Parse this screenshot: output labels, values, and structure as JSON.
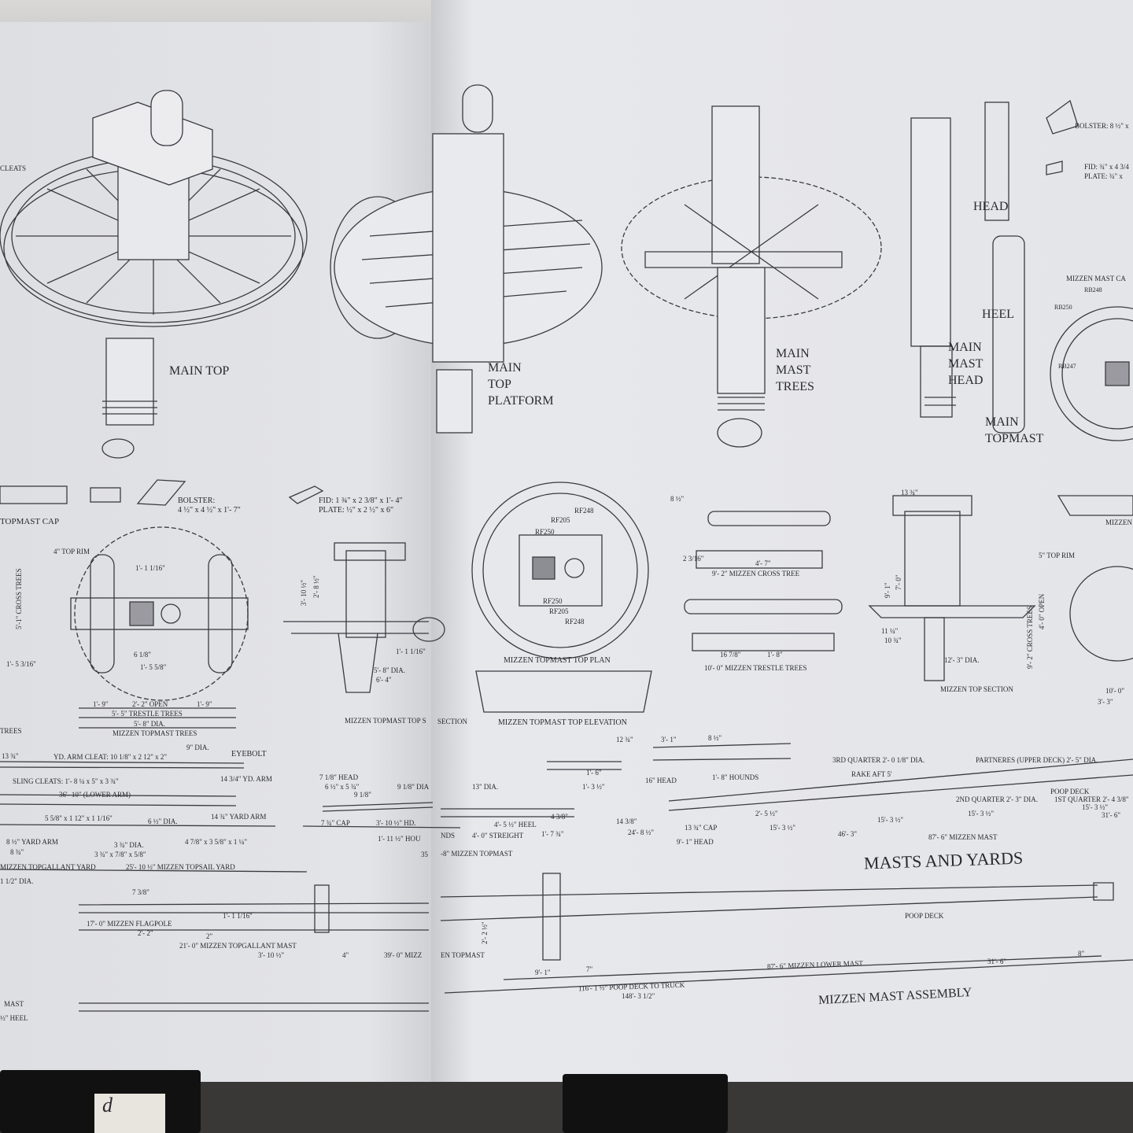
{
  "left_page": {
    "labels": {
      "main_top": "MAIN TOP",
      "cleats": "CLEATS",
      "topmast_cap": "TOPMAST CAP",
      "bolster_title": "BOLSTER:",
      "bolster_dims": "4 ½\" x 4 ½\" x 1'- 7\"",
      "fid": "FID: 1 ¾\" x 2 3/8\" x 1'- 4\"",
      "plate": "PLATE: ½\" x 2 ½\" x 6\"",
      "top_rim": "4\" TOP RIM",
      "cross_trees": "5'-1\" CROSS TREES",
      "dim_1_1_1_16": "1'- 1 1/16\"",
      "dim_1_5_3_16": "1'- 5 3/16\"",
      "dim_6_1_8": "6 1/8\"",
      "dim_1_5_5_8": "1'- 5 5/8\"",
      "dim_1_9_a": "1'- 9\"",
      "open": "2'- 2\" OPEN",
      "dim_1_9_b": "1'- 9\"",
      "trestle_trees": "5'- 5\" TRESTLE TREES",
      "dia": "5'- 8\" DIA.",
      "mizzen_topmast_trees": "MIZZEN TOPMAST TREES",
      "dim_3_10": "3'- 10 ½\"",
      "dim_2_8": "2'- 8 ½\"",
      "dim_5_8_dia": "5'- 8\" DIA.",
      "dim_6_4": "6'- 4\"",
      "dim_1_1_16": "1'- 1 1/16\"",
      "mizzen_topmast_top_s": "MIZZEN TOPMAST TOP S",
      "dim_13": "13 ¾\"",
      "yd_arm_cleat": "YD. ARM CLEAT: 10 1/8\" x 2 12\" x 2\"",
      "nine_dia": "9\" DIA.",
      "eyebolt": "EYEBOLT",
      "sling_cleats": "SLING CLEATS:  1'- 8 ¼ x 5\" x 3 ¾\"",
      "yd_arm_14": "14 3/4\" YD. ARM",
      "lower_arm": "36'- 10\" (LOWER ARM)",
      "head_7": "7 1/8\" HEAD",
      "dim_6_5": "6 ½\" x 5 ¾\"",
      "dim_9_1_8": "9 1/8\"",
      "dim_9_1_8_dia": "9 1/8\" DIA",
      "cleat_5_5_8": "5 5/8\" x 1 12\" x 1 1/16\"",
      "six_dia": "6 ½\" DIA.",
      "yard_arm_14": "14 ¾\" YARD ARM",
      "cap_7": "7 ¾\" CAP",
      "hd_3_10": "3'- 10 ½\" HD.",
      "yard_arm_8": "8 ½\" YARD ARM",
      "dim_8": "8 ¾\"",
      "three_dia": "3 ¾\" DIA.",
      "dim_3_7_8": "3 ¾\" x 7/8\" x 5/8\"",
      "dim_4_7_8": "4 7/8\" x 3 5/8\" x 1 ¼\"",
      "hou": "1'- 11 ½\" HOU",
      "topgallant_yard": "MIZZEN TOPGALLANT YARD",
      "topsail_yard": "25'- 10 ½\" MIZZEN TOPSAIL YARD",
      "dim_35": "35",
      "half_dia": "1 1/2\" DIA.",
      "dim_7_3_8": "7 3/8\"",
      "dim_1_1_16b": "1'- 1 1/16\"",
      "flagpole": "17'- 0\" MIZZEN FLAGPOLE",
      "dim_2_2": "2'- 2\"",
      "dim_2": "2\"",
      "topgallant_mast": "21'- 0\" MIZZEN TOPGALLANT MAST",
      "dim_3_10b": "3'- 10 ½\"",
      "dim_4": "4\"",
      "mizz_39": "39'- 0\" MIZZ",
      "mast_frag": "MAST",
      "heel_frag": "½\" HEEL",
      "trees_frag": "TREES"
    }
  },
  "right_page": {
    "labels": {
      "main_top_platform": "MAIN\nTOP\nPLATFORM",
      "main_mast_trees": "MAIN\nMAST\nTREES",
      "head": "HEAD",
      "heel": "HEEL",
      "main_mast_head": "MAIN\nMAST\nHEAD",
      "main_topmast": "MAIN\nTOPMAST",
      "bolster": "BOLSTER:  8 ½\" x",
      "fid": "FID: ¾\" x 4 3/4",
      "plate": "PLATE: ¾\" x",
      "mizzen_mast_cap": "MIZZEN MAST CA",
      "rf248_a": "RF248",
      "rf205_a": "RF205",
      "rf250_a": "RF250",
      "rf250_b": "RF250",
      "rf205_b": "RF205",
      "rf248_b": "RF248",
      "rb248": "RB248",
      "rb250": "RB250",
      "rb247": "RB247",
      "topmast_top_plan": "MIZZEN TOPMAST TOP PLAN",
      "topmast_top_elevation": "MIZZEN TOPMAST TOP ELEVATION",
      "section": "SECTION",
      "cross_tree": "9'- 2\" MIZZEN CROSS TREE",
      "trestle_trees": "10'- 0\" MIZZEN TRESTLE TREES",
      "dim_4_7": "4'- 7\"",
      "dim_8_half": "8 ½\"",
      "dim_2_3_16": "2 3/16\"",
      "dim_16_7_8": "16 7/8\"",
      "dim_1_8": "1'- 8\"",
      "dim_13_3": "13 ¾\"",
      "dim_9_1": "9'- 1\"",
      "dim_7_0": "7'- 0\"",
      "dim_12_3": "12'- 3\" DIA.",
      "dim_11": "11 ¼\"",
      "dim_10": "10 ¾\"",
      "mizzen_top_section": "MIZZEN TOP SECTION",
      "top_rim_5": "5\" TOP RIM",
      "open_4": "4'- 0\" OPEN",
      "cross_trees_9": "9'- 2\" CROSS TREES",
      "dim_10_0": "10'- 0\"",
      "dim_3_3": "3'- 3\"",
      "mizzen": "MIZZEN",
      "dim_12": "12 ¾\"",
      "dim_3_1": "3'- 1\"",
      "dim_8_5": "8 ½\"",
      "dim_1_6": "1'- 6\"",
      "head_16": "16\" HEAD",
      "hounds": "1'- 8\" HOUNDS",
      "third_quarter": "3RD QUARTER 2'- 0 1/8\" DIA.",
      "rake_aft": "RAKE AFT 5'",
      "partners": "PARTNERES (UPPER DECK) 2'- 5\" DIA.",
      "poop_deck": "POOP DECK",
      "dia_13": "13\" DIA.",
      "dim_1_3": "1'- 3 ½\"",
      "second_quarter": "2ND QUARTER 2'- 3\" DIA.",
      "first_quarter": "1ST QUARTER 2'- 4 3/8\"",
      "heel_4_5": "4'- 5 ½\" HEEL",
      "dim_4_3_8": "4 3/8\"",
      "dim_14_3_8": "14 3/8\"",
      "streight": "4'- 0\" STREIGHT",
      "dim_1_7": "1'- 7 ¾\"",
      "dim_2_5": "2'- 5 ½\"",
      "cap_13": "13 ¾\" CAP",
      "head_9_1": "9'- 1\" HEAD",
      "dim_15_3_a": "15'- 3 ½\"",
      "dim_15_3_b": "15'- 3 ½\"",
      "dim_15_3_c": "15'- 3 ½\"",
      "dim_15_3_d": "15'- 3 ½\"",
      "dim_46_3": "46'- 3\"",
      "dim_31_6": "31'- 6\"",
      "mizzen_mast_87": "87'- 6\" MIZZEN MAST",
      "dim_24_8": "24'- 8 ½\"",
      "mizzen_topmast": "-8\" MIZZEN TOPMAST",
      "nds": "NDS",
      "masts_and_yards": "MASTS AND YARDS",
      "poop_deck_2": "POOP DECK",
      "en_topmast": "EN TOPMAST",
      "dim_2_2_half": "2'- 2 ½\"",
      "dim_9_1b": "9'- 1\"",
      "dim_7": "7\"",
      "lower_mast": "87'- 6\" MIZZEN LOWER MAST",
      "dim_31_6b": "31'- 6\"",
      "dim_8b": "8\"",
      "poop_to_truck": "116'- 1 ½\" POOP DECK TO TRUCK",
      "total": "148'- 3 1/2\"",
      "assembly": "MIZZEN MAST ASSEMBLY"
    }
  },
  "clip_tag": "d"
}
